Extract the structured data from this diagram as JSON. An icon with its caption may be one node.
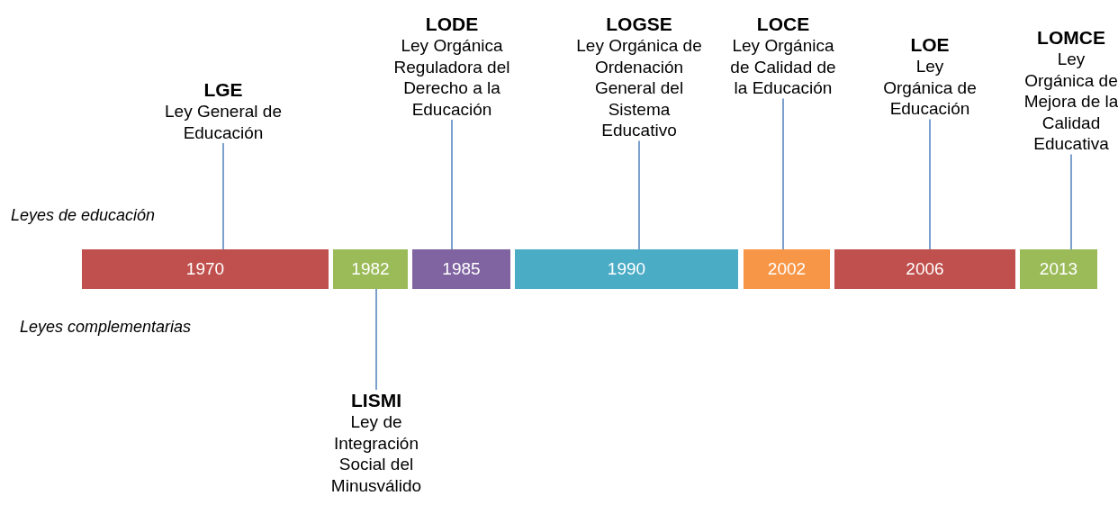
{
  "diagram": {
    "nodes": [
      {
        "text": [
          "1970"
        ]
      },
      {
        "text": [
          "1982"
        ]
      },
      {
        "text": [
          "1985"
        ]
      },
      {
        "text": [
          "1990"
        ]
      },
      {
        "text": [
          "2002"
        ]
      },
      {
        "text": [
          "2006"
        ]
      },
      {
        "text": [
          "2013"
        ]
      },
      {
        "text": [
          "LGE",
          "Ley General de Educación"
        ]
      },
      {
        "text": [
          "LODE",
          "Ley Orgánica Reguladora del Derecho a la Educación"
        ]
      },
      {
        "text": [
          "LOGSE",
          "Ley Orgánica de Ordenación General del Sistema Educativo"
        ]
      },
      {
        "text": [
          "LOCE",
          "Ley Orgánica de Calidad de la Educación"
        ]
      },
      {
        "text": [
          "LOE",
          "Ley Orgánica de Educación"
        ]
      },
      {
        "text": [
          "LOMCE",
          "Ley Orgánica de Mejora de la Calidad Educativa"
        ]
      },
      {
        "text": [
          "LISMI",
          "Ley de Integración Social del Minusválido"
        ]
      }
    ],
    "edges": [
      {
        "from": 7,
        "to": 0,
        "arrow": "none"
      },
      {
        "from": 8,
        "to": 2,
        "arrow": "none"
      },
      {
        "from": 9,
        "to": 3,
        "arrow": "none"
      },
      {
        "from": 10,
        "to": 4,
        "arrow": "none"
      },
      {
        "from": 11,
        "to": 5,
        "arrow": "none"
      },
      {
        "from": 12,
        "to": 6,
        "arrow": "none"
      },
      {
        "from": 13,
        "to": 1,
        "arrow": "none"
      }
    ],
    "labels": [
      "Leyes de educación",
      "Leyes complementarias"
    ]
  }
}
